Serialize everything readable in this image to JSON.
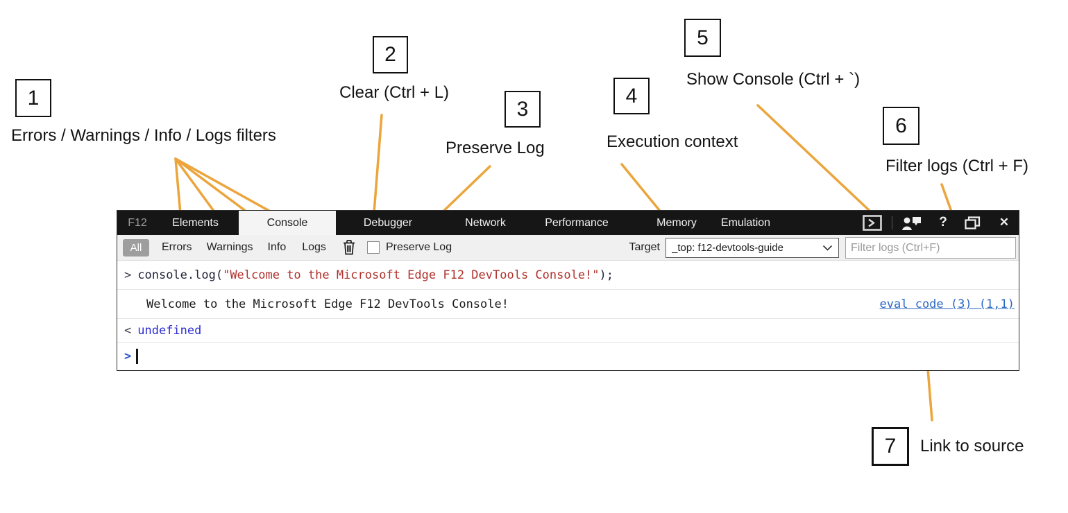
{
  "colors": {
    "annotation_line": "#EBA53C",
    "console_string": "#B0322C",
    "link_blue": "#2A66C4",
    "undefined_blue": "#2B2BD6",
    "prompt_blue": "#2953D9",
    "active_filter_bg": "#9E9E9E"
  },
  "annotations": {
    "callouts": [
      {
        "number": "1",
        "label": "Errors / Warnings / Info / Logs filters"
      },
      {
        "number": "2",
        "label": "Clear (Ctrl + L)"
      },
      {
        "number": "3",
        "label": "Preserve Log"
      },
      {
        "number": "4",
        "label": "Execution context"
      },
      {
        "number": "5",
        "label": "Show Console (Ctrl + `)"
      },
      {
        "number": "6",
        "label": "Filter logs (Ctrl + F)"
      },
      {
        "number": "7",
        "label": "Link to source"
      }
    ]
  },
  "devtools": {
    "tabs": [
      {
        "label": "F12"
      },
      {
        "label": "Elements"
      },
      {
        "label": "Console"
      },
      {
        "label": "Debugger"
      },
      {
        "label": "Network"
      },
      {
        "label": "Performance"
      },
      {
        "label": "Memory"
      },
      {
        "label": "Emulation"
      }
    ],
    "active_tab": "Console",
    "titlebar": {
      "help": "?",
      "close": "✕"
    },
    "toolbar": {
      "filters": [
        {
          "label": "All"
        },
        {
          "label": "Errors"
        },
        {
          "label": "Warnings"
        },
        {
          "label": "Info"
        },
        {
          "label": "Logs"
        }
      ],
      "active_filter": "All",
      "preserve_log_label": "Preserve Log",
      "preserve_log_checked": false,
      "target_label": "Target",
      "target_value": "_top: f12-devtools-guide",
      "filter_placeholder": "Filter logs (Ctrl+F)"
    },
    "console": {
      "input_prompt": ">",
      "input_code_prefix": "console.log(",
      "input_string": "\"Welcome to the Microsoft Edge F12 DevTools Console!\"",
      "input_code_suffix": ");",
      "output_text": "Welcome to the Microsoft Edge F12 DevTools Console!",
      "source_link": "eval code (3) (1,1)",
      "result_prompt": "<",
      "result_value": "undefined",
      "prompt_symbol": ">"
    }
  }
}
